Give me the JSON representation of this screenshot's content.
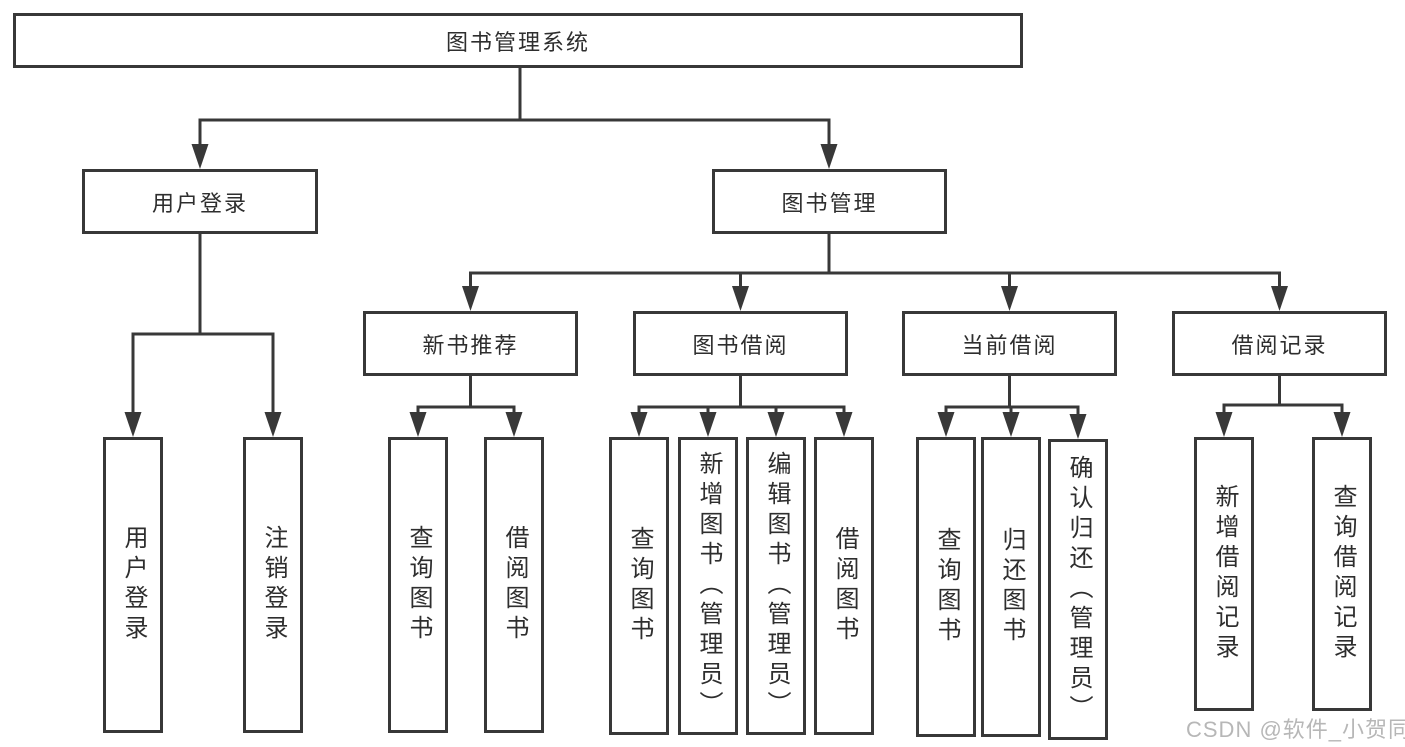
{
  "diagram": {
    "title": "图书管理系统",
    "type": "hierarchy-tree"
  },
  "tree": {
    "label": "图书管理系统",
    "children": [
      {
        "label": "用户登录",
        "children": [
          {
            "label": "用户登录"
          },
          {
            "label": "注销登录"
          }
        ]
      },
      {
        "label": "图书管理",
        "children": [
          {
            "label": "新书推荐",
            "children": [
              {
                "label": "查询图书"
              },
              {
                "label": "借阅图书"
              }
            ]
          },
          {
            "label": "图书借阅",
            "children": [
              {
                "label": "查询图书"
              },
              {
                "label": "新增图书（管理员）"
              },
              {
                "label": "编辑图书（管理员）"
              },
              {
                "label": "借阅图书"
              }
            ]
          },
          {
            "label": "当前借阅",
            "children": [
              {
                "label": "查询图书"
              },
              {
                "label": "归还图书"
              },
              {
                "label": "确认归还（管理员）"
              }
            ]
          },
          {
            "label": "借阅记录",
            "children": [
              {
                "label": "新增借阅记录"
              },
              {
                "label": "查询借阅记录"
              }
            ]
          }
        ]
      }
    ]
  },
  "watermark": {
    "text": "CSDN @软件_小贺同学"
  },
  "colors": {
    "line": "#383838",
    "box_border": "#383838",
    "box_background": "#ffffff",
    "text": "#2e2e2e",
    "watermark": "#b7b7b7",
    "background": "#ffffff"
  }
}
